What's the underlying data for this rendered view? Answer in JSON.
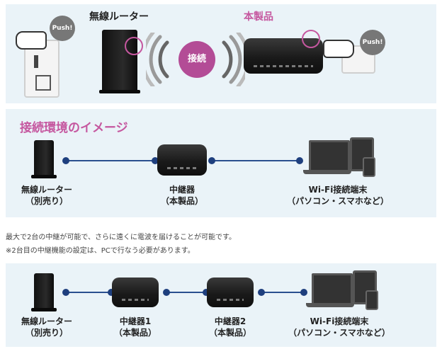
{
  "top_panel": {
    "router_label": "無線ルーター",
    "product_label": "本製品",
    "push_left": "Push!",
    "push_right": "Push!",
    "connect_label": "接続"
  },
  "diagram1": {
    "heading": "接続環境のイメージ",
    "router_line1": "無線ルーター",
    "router_line2": "（別売り）",
    "repeater_line1": "中継器",
    "repeater_line2": "（本製品）",
    "client_line1": "Wi-Fi接続端末",
    "client_line2": "（パソコン・スマホなど）"
  },
  "notes": {
    "line1": "最大で2台の中継が可能で、さらに遠くに電波を届けることが可能です。",
    "line2": "※2台目の中継機能の設定は、PCで行なう必要があります。"
  },
  "diagram2": {
    "router_line1": "無線ルーター",
    "router_line2": "（別売り）",
    "repeater1_line1": "中継器1",
    "repeater1_line2": "（本製品）",
    "repeater2_line1": "中継器2",
    "repeater2_line2": "（本製品）",
    "client_line1": "Wi-Fi接続端末",
    "client_line2": "（パソコン・スマホなど）"
  },
  "colors": {
    "accent_pink": "#c5579f",
    "connector_blue": "#1e3f7e",
    "panel_bg": "#eaf3f8"
  }
}
